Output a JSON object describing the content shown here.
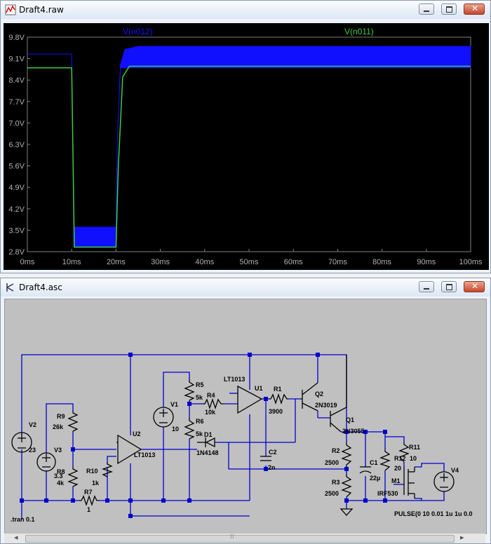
{
  "plot_window": {
    "title": "Draft4.raw",
    "series": [
      {
        "name": "V(n012)",
        "color": "#1010ff"
      },
      {
        "name": "V(n011)",
        "color": "#3ccd3c"
      }
    ],
    "y_ticks": [
      "9.8V",
      "9.1V",
      "8.4V",
      "7.7V",
      "7.0V",
      "6.3V",
      "5.6V",
      "4.9V",
      "4.2V",
      "3.5V",
      "2.8V"
    ],
    "x_ticks": [
      "0ms",
      "10ms",
      "20ms",
      "30ms",
      "40ms",
      "50ms",
      "60ms",
      "70ms",
      "80ms",
      "90ms",
      "100ms"
    ]
  },
  "chart_data": {
    "type": "line",
    "xlabel": "",
    "ylabel": "",
    "xlim": [
      0,
      100
    ],
    "ylim": [
      2.8,
      9.8
    ],
    "x_unit": "ms",
    "y_unit": "V",
    "grid": false,
    "series": [
      {
        "name": "V(n012)",
        "color": "#1010ff",
        "x": [
          0,
          10,
          10.5,
          11,
          20,
          20.3,
          21,
          22,
          25,
          100
        ],
        "y": [
          9.25,
          9.25,
          3.6,
          3.6,
          3.6,
          6.5,
          8.9,
          9.4,
          9.5,
          9.5
        ],
        "y_low": [
          9.25,
          9.25,
          2.95,
          2.95,
          2.95,
          6.5,
          8.8,
          8.8,
          8.8,
          8.8
        ]
      },
      {
        "name": "V(n011)",
        "color": "#3ccd3c",
        "x": [
          0,
          10,
          10.6,
          20,
          20.5,
          21.5,
          23,
          100
        ],
        "y": [
          8.8,
          8.8,
          2.95,
          2.95,
          5.5,
          8.5,
          8.85,
          8.85
        ]
      }
    ]
  },
  "schematic_window": {
    "title": "Draft4.asc",
    "labels": {
      "v2": "V2",
      "v2_val": "23",
      "v3": "V3",
      "v3_val": "3.3",
      "r9": "R9",
      "r9_val": "26k",
      "r8": "R8",
      "r8_val": "4k",
      "r10": "R10",
      "r10_val": "1k",
      "r7": "R7",
      "r7_val": "1",
      "u2": "U2",
      "u2_part": "LT1013",
      "v1": "V1",
      "v1_val": "10",
      "r5": "R5",
      "r5_val": "5k",
      "r6": "R6",
      "r6_val": "5k",
      "r4": "R4",
      "r4_val": "10k",
      "d1": "D1",
      "d1_part": "1N4148",
      "u1": "U1",
      "u1_part": "LT1013",
      "r1": "R1",
      "r1_val": "3900",
      "c2": "C2",
      "c2_val": "2n",
      "q2": "Q2",
      "q2_part": "2N3019",
      "q1": "Q1",
      "q1_part": "2N3055",
      "r2": "R2",
      "r2_val": "2500",
      "r3": "R3",
      "r3_val": "2500",
      "c1": "C1",
      "c1_val": "22µ",
      "r12": "R12",
      "r12_val": "20",
      "r11": "R11",
      "r11_val": "10",
      "m1": "M1",
      "m1_part": "IRF530",
      "v4": "V4",
      "v4_val": "PULSE(0 10 0.01 1u 1u 0.0",
      "tran": ".tran 0.1"
    }
  }
}
